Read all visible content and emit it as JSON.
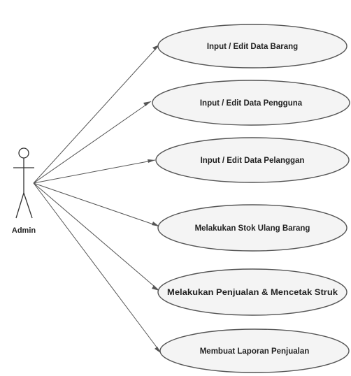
{
  "actor": {
    "label": "Admin"
  },
  "use_cases": [
    {
      "label": "Input / Edit  Data Barang"
    },
    {
      "label": "Input / Edit  Data Pengguna"
    },
    {
      "label": "Input / Edit  Data Pelanggan"
    },
    {
      "label": "Melakukan Stok Ulang Barang"
    },
    {
      "label": "Melakukan Penjualan & Mencetak Struk"
    },
    {
      "label": "Membuat Laporan Penjualan"
    }
  ],
  "colors": {
    "line": "#555555",
    "ellipse_fill": "#f4f4f4",
    "text": "#222222"
  }
}
